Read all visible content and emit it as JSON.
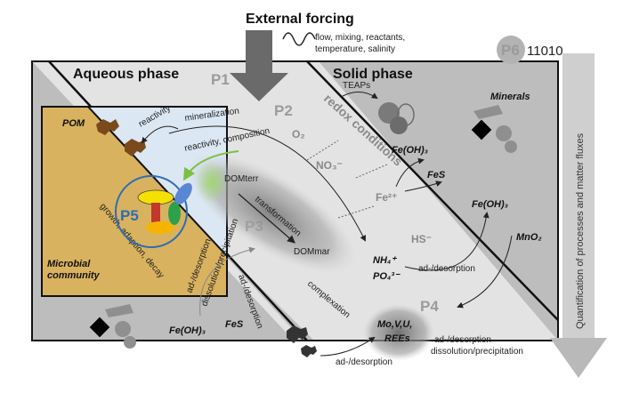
{
  "forcing": {
    "title": "External forcing",
    "drivers_line1": "flow, mixing, reactants,",
    "drivers_line2": "temperature, salinity"
  },
  "processes": {
    "p1": "P1",
    "p2": "P2",
    "p3": "P3",
    "p4": "P4",
    "p5": "P5",
    "p6": "P6",
    "p6_code": "11010"
  },
  "phases": {
    "aqueous": "Aqueous phase",
    "solid": "Solid phase"
  },
  "side_label": "Quantification of processes and matter fluxes",
  "microbial": {
    "pom": "POM",
    "label_line1": "Microbial",
    "label_line2": "community",
    "reactivity": "reactivity",
    "growth": "growth, adaption, decay"
  },
  "labels": {
    "mineralization": "mineralization",
    "reactivity_composition": "reactivity, composition",
    "redox_conditions": "redox conditions",
    "teaps": "TEAPs",
    "minerals": "Minerals",
    "o2": "O₂",
    "no3": "NO₃⁻",
    "fe2": "Fe²⁺",
    "hs": "HS⁻",
    "feoh3_top": "Fe(OH)₃",
    "fes_top": "FeS",
    "feoh3_right": "Fe(OH)₃",
    "mno2": "MnO₂",
    "dom_terr": "DOMterr",
    "dom_mar": "DOMmar",
    "transformation": "transformation",
    "nh4": "NH₄⁺",
    "po4": "PO₄³⁻",
    "ad_desorption_center": "ad-/desorption",
    "ad_desorption_left": "ad-/desorption",
    "dissolution_precipitation_left": "dissolution/precipitation",
    "ad_desorption_bottom_left": "ad-/desorption",
    "feoh3_bottom": "Fe(OH)₃",
    "fes_bottom": "FeS",
    "complexation": "complexation",
    "metals_line1": "Mo,V,U,",
    "metals_line2": "REEs",
    "ad_desorption_bottom": "ad-/desorption",
    "ad_desorption_right": "ad-/desorption",
    "dissolution_precipitation_right": "dissolution/precipitation"
  },
  "colors": {
    "box_dark_gray": "#bdbdbd",
    "box_light_gray": "#e3e3e3",
    "microbial_gold": "#d9b25f",
    "microbial_water": "#dbe7f3",
    "pom_brown": "#7a4a1c",
    "p5_blue": "#2e6db4"
  }
}
